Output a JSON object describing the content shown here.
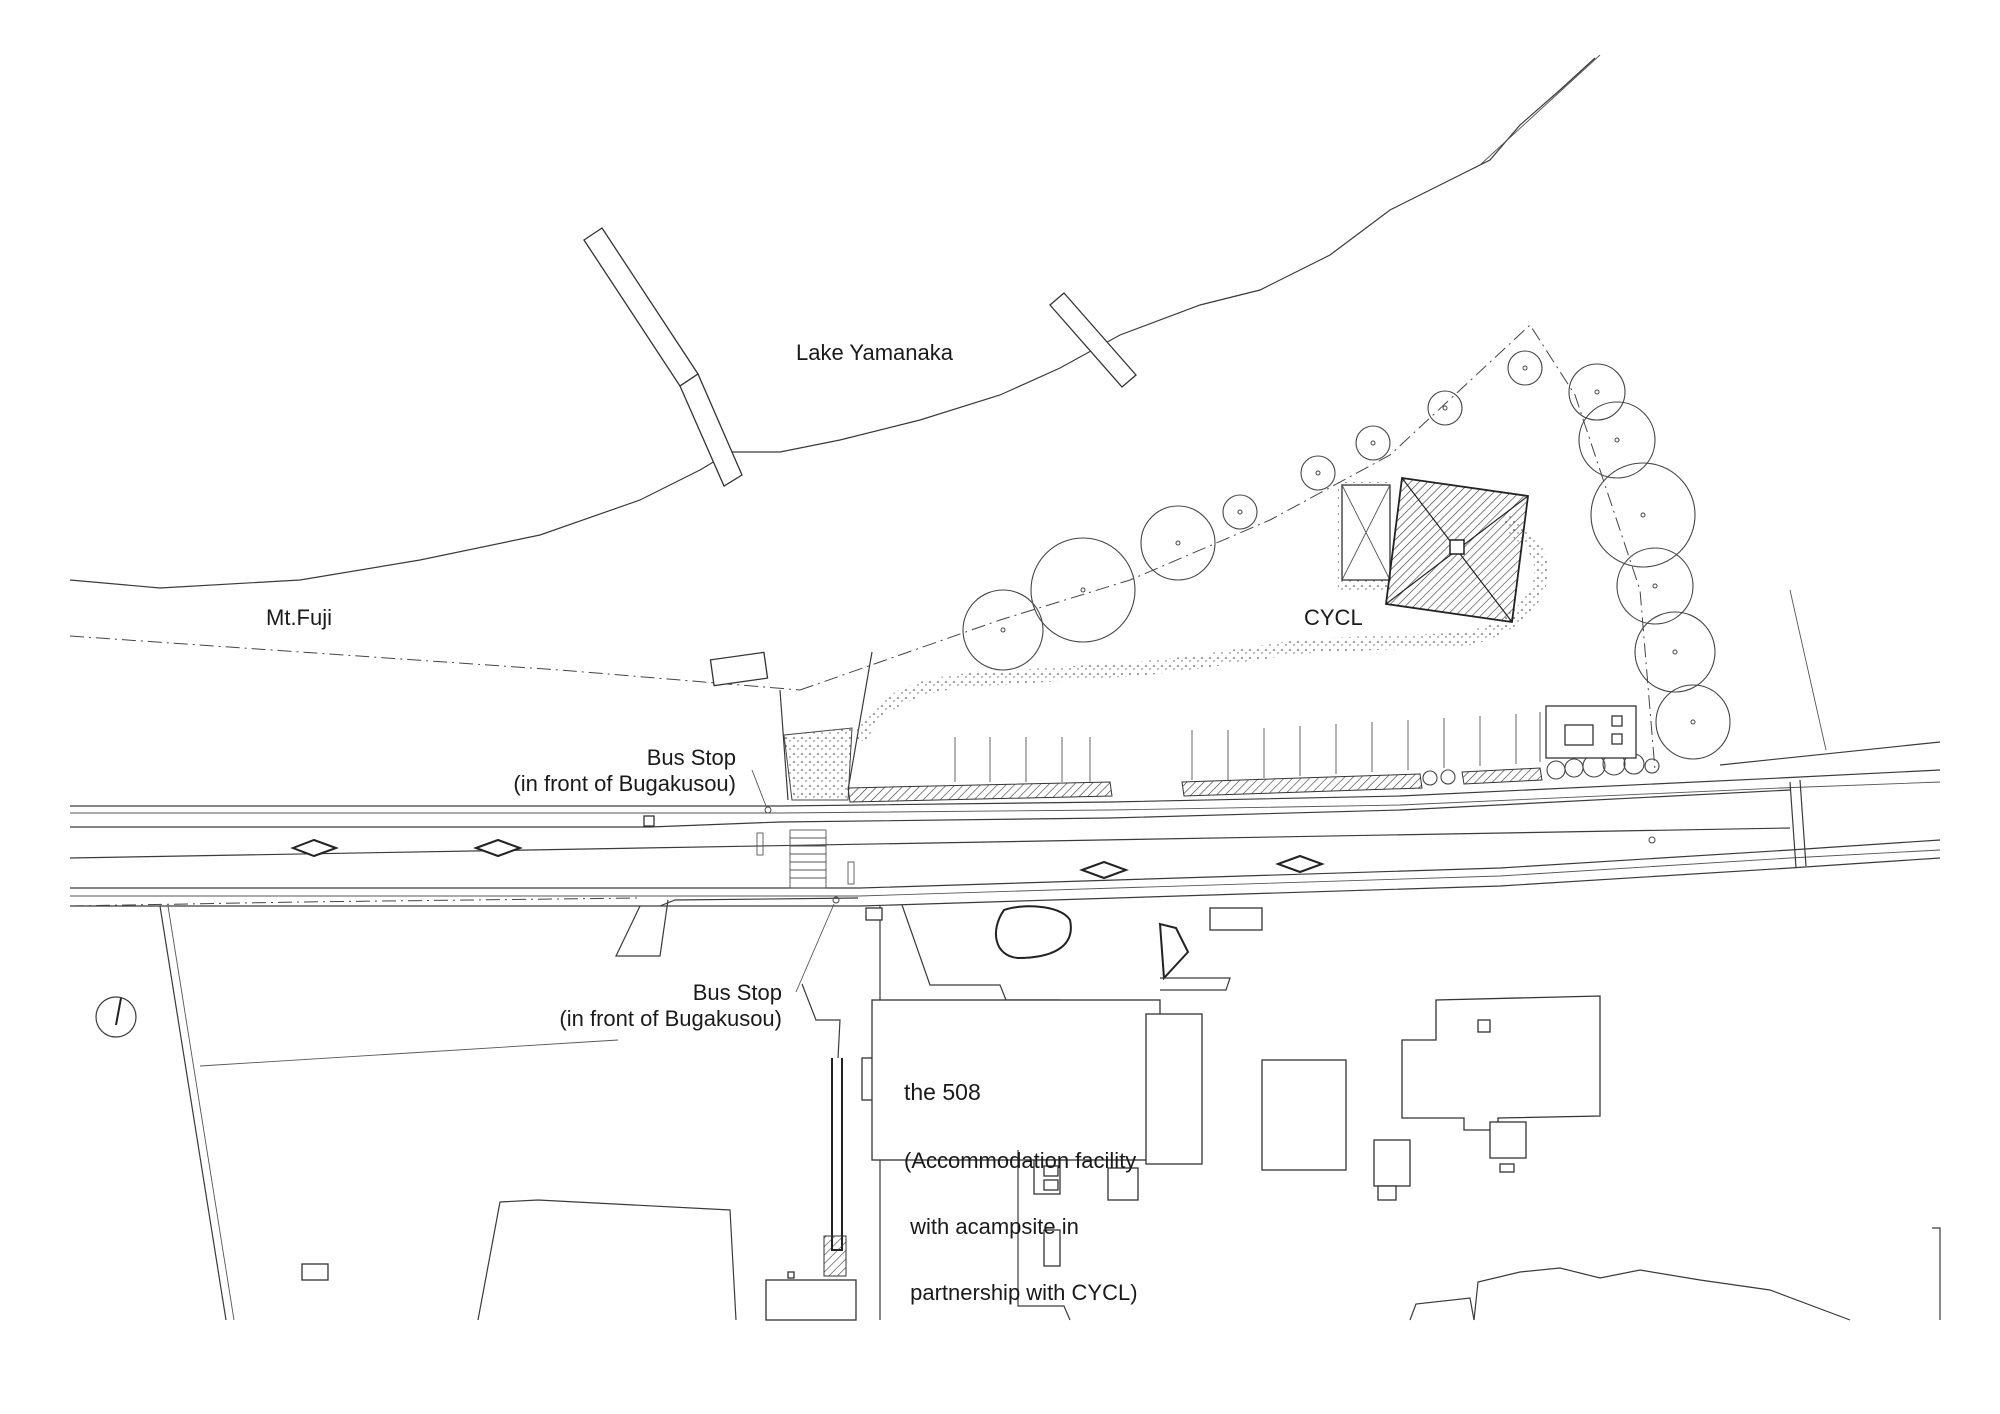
{
  "labels": {
    "lake": "Lake Yamanaka",
    "mtfuji": "Mt.Fuji",
    "cycl": "CYCL",
    "bus_stop_north_title": "Bus Stop",
    "bus_stop_north_sub": "(in front of Bugakusou)",
    "bus_stop_south_title": "Bus Stop",
    "bus_stop_south_sub": "(in front of Bugakusou)",
    "the508_title": "the 508",
    "the508_line1": "(Accommodation facility",
    "the508_line2": " with acampsite in",
    "the508_line3": " partnership with CYCL)"
  },
  "colors": {
    "line": "#3a3a3a",
    "background": "#ffffff",
    "text": "#1a1a1a"
  },
  "icons": {
    "north_arrow": "north-arrow-icon",
    "road_marking": "diamond-road-marking-icon",
    "tree": "tree-canopy-icon"
  }
}
